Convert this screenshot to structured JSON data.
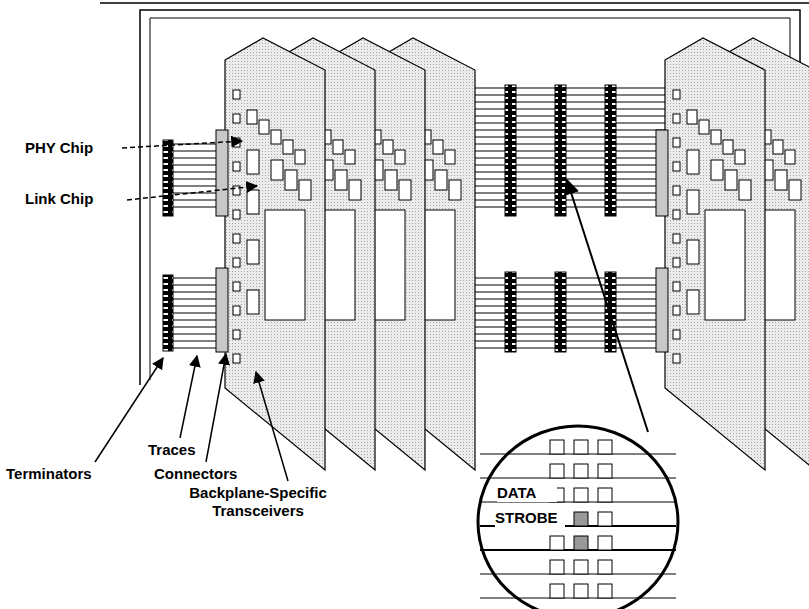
{
  "diagram": {
    "labels": [
      "PHY Chip",
      "Link Chip",
      "Terminators",
      "Traces",
      "Connectors",
      "Backplane-Specific Transceivers",
      "DATA",
      "STROBE"
    ]
  }
}
